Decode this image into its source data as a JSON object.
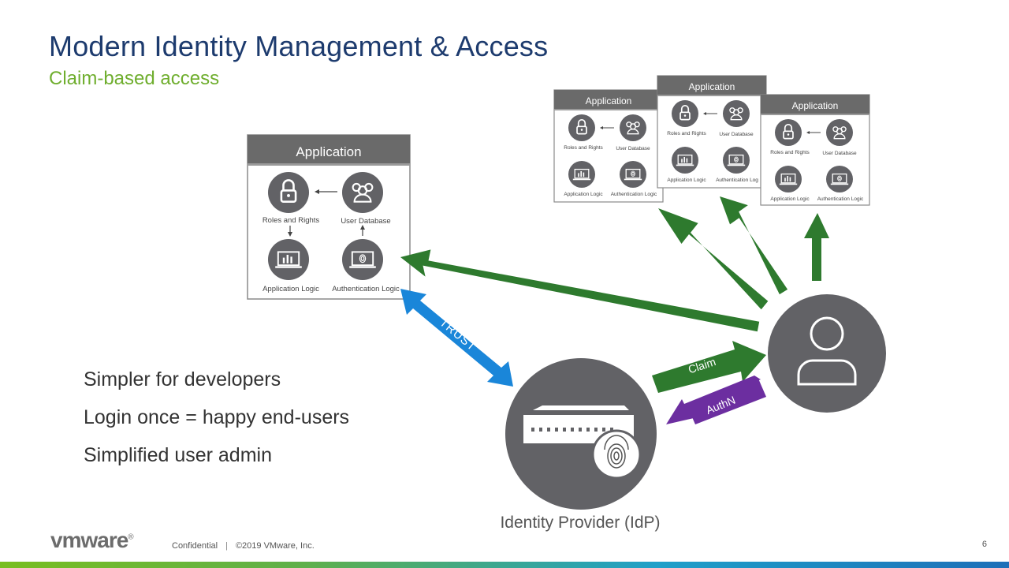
{
  "slide": {
    "title": "Modern Identity Management & Access",
    "subtitle": "Claim-based access",
    "page_number": "6"
  },
  "bullets": [
    "Simpler for developers",
    "Login once = happy end-users",
    "Simplified user admin"
  ],
  "application_box": {
    "header": "Application",
    "roles": "Roles and Rights",
    "user_db": "User Database",
    "app_logic": "Application Logic",
    "auth_logic": "Authentication Logic"
  },
  "small_app_boxes": [
    {
      "header": "Application",
      "roles": "Roles and Rights",
      "user_db": "User Database",
      "app_logic": "Application Logic",
      "auth_logic": "Authentication Logic"
    },
    {
      "header": "Application",
      "roles": "Roles and Rights",
      "user_db": "User Database",
      "app_logic": "Application Logic",
      "auth_logic": "Authentication Log"
    },
    {
      "header": "Application",
      "roles": "Roles and Rights",
      "user_db": "User Database",
      "app_logic": "Application Logic",
      "auth_logic": "Authentication Logic"
    }
  ],
  "arrows": {
    "trust": "TRUST",
    "claim": "Claim",
    "authn": "AuthN"
  },
  "idp": {
    "label": "Identity Provider (IdP)"
  },
  "colors": {
    "title": "#1d3b6e",
    "subtitle": "#6fae2e",
    "green_arrow": "#2e7a2e",
    "blue_arrow": "#1a86d9",
    "purple_arrow": "#6c2ea0",
    "circle_gray": "#626266"
  },
  "footer": {
    "logo": "vmware",
    "confidential": "Confidential",
    "copyright": "©2019 VMware, Inc."
  }
}
